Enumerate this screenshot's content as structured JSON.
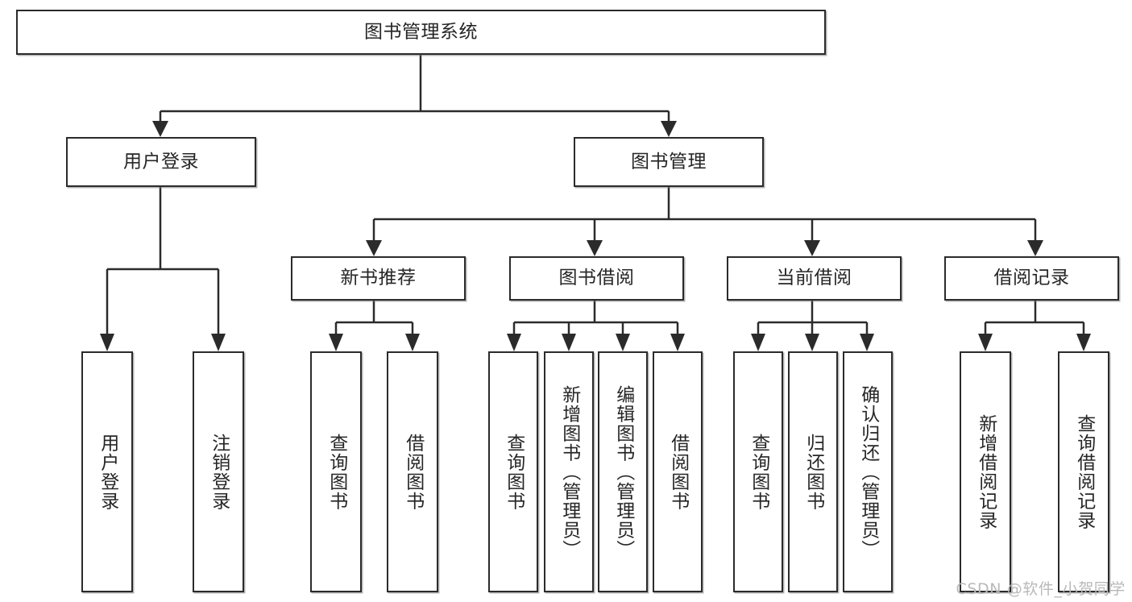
{
  "diagram": {
    "type": "tree-hierarchy",
    "orientation": "top-down",
    "title": "图书管理系统",
    "watermark": "CSDN @软件_小贺同学",
    "colors": {
      "stroke": "#2b2b2b",
      "fill": "#ffffff",
      "text": "#262626",
      "watermark": "#b9b9b9"
    },
    "nodes": {
      "root": {
        "label": "图书管理系统"
      },
      "level2": [
        {
          "id": "user-login",
          "label": "用户登录"
        },
        {
          "id": "book-manage",
          "label": "图书管理"
        }
      ],
      "level3": [
        {
          "id": "new-book-recommend",
          "label": "新书推荐"
        },
        {
          "id": "book-borrow",
          "label": "图书借阅"
        },
        {
          "id": "current-borrow",
          "label": "当前借阅"
        },
        {
          "id": "borrow-record",
          "label": "借阅记录"
        }
      ],
      "leaves": {
        "user-login": [
          {
            "id": "leaf-user-login",
            "label": "用户登录"
          },
          {
            "id": "leaf-logout-login",
            "label": "注销登录"
          }
        ],
        "new-book-recommend": [
          {
            "id": "leaf-query-book-1",
            "label": "查询图书"
          },
          {
            "id": "leaf-borrow-book-1",
            "label": "借阅图书"
          }
        ],
        "book-borrow": [
          {
            "id": "leaf-query-book-2",
            "label": "查询图书"
          },
          {
            "id": "leaf-add-book",
            "label": "新增图书（管理员）"
          },
          {
            "id": "leaf-edit-book",
            "label": "编辑图书（管理员）"
          },
          {
            "id": "leaf-borrow-book-2",
            "label": "借阅图书"
          }
        ],
        "current-borrow": [
          {
            "id": "leaf-query-book-3",
            "label": "查询图书"
          },
          {
            "id": "leaf-return-book",
            "label": "归还图书"
          },
          {
            "id": "leaf-confirm-return",
            "label": "确认归还（管理员）"
          }
        ],
        "borrow-record": [
          {
            "id": "leaf-add-record",
            "label": "新增借阅记录"
          },
          {
            "id": "leaf-query-record",
            "label": "查询借阅记录"
          }
        ]
      }
    },
    "edges": [
      {
        "from": "root",
        "to": "user-login"
      },
      {
        "from": "root",
        "to": "book-manage"
      },
      {
        "from": "book-manage",
        "to": "new-book-recommend"
      },
      {
        "from": "book-manage",
        "to": "book-borrow"
      },
      {
        "from": "book-manage",
        "to": "current-borrow"
      },
      {
        "from": "book-manage",
        "to": "borrow-record"
      },
      {
        "from": "user-login",
        "to": "leaf-user-login"
      },
      {
        "from": "user-login",
        "to": "leaf-logout-login"
      },
      {
        "from": "new-book-recommend",
        "to": "leaf-query-book-1"
      },
      {
        "from": "new-book-recommend",
        "to": "leaf-borrow-book-1"
      },
      {
        "from": "book-borrow",
        "to": "leaf-query-book-2"
      },
      {
        "from": "book-borrow",
        "to": "leaf-add-book"
      },
      {
        "from": "book-borrow",
        "to": "leaf-edit-book"
      },
      {
        "from": "book-borrow",
        "to": "leaf-borrow-book-2"
      },
      {
        "from": "current-borrow",
        "to": "leaf-query-book-3"
      },
      {
        "from": "current-borrow",
        "to": "leaf-return-book"
      },
      {
        "from": "current-borrow",
        "to": "leaf-confirm-return"
      },
      {
        "from": "borrow-record",
        "to": "leaf-add-record"
      },
      {
        "from": "borrow-record",
        "to": "leaf-query-record"
      }
    ]
  }
}
